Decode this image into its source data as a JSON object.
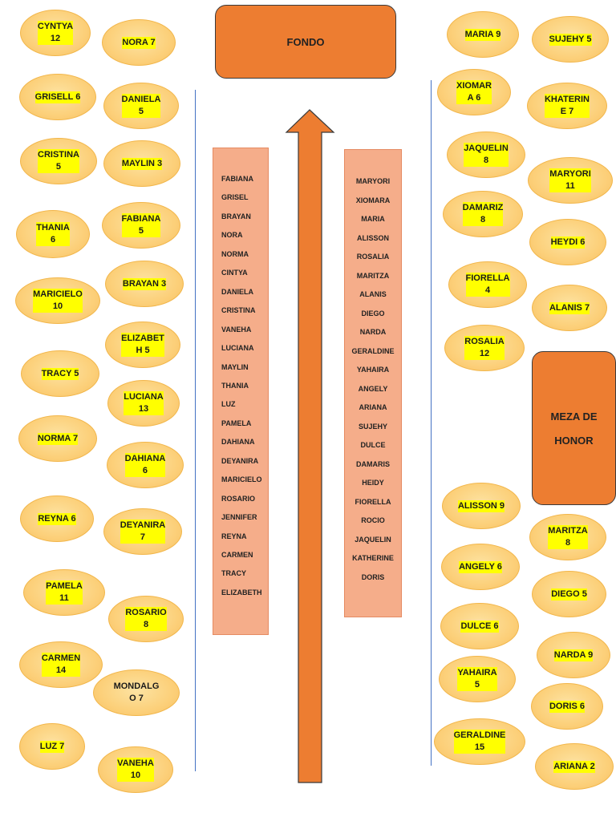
{
  "fondo": "FONDO",
  "mesa_honor": "MEZA DE\n\nHONOR",
  "left_tables": [
    {
      "label": "CYNTYA\n12",
      "hl": true
    },
    {
      "label": "NORA 7",
      "hl": true
    },
    {
      "label": "GRISELL 6",
      "hl": true
    },
    {
      "label": "DANIELA\n5",
      "hl": true
    },
    {
      "label": "CRISTINA\n5",
      "hl": true
    },
    {
      "label": "MAYLIN 3",
      "hl": true
    },
    {
      "label": "THANIA\n6",
      "hl": true
    },
    {
      "label": "FABIANA\n5",
      "hl": true
    },
    {
      "label": "BRAYAN 3",
      "hl": true
    },
    {
      "label": "MARICIELO\n10",
      "hl": true
    },
    {
      "label": "ELIZABET\nH 5",
      "hl": true
    },
    {
      "label": "TRACY 5",
      "hl": true
    },
    {
      "label": "LUCIANA\n13",
      "hl": true
    },
    {
      "label": "NORMA 7",
      "hl": true
    },
    {
      "label": "DAHIANA\n6",
      "hl": true
    },
    {
      "label": "REYNA 6",
      "hl": true
    },
    {
      "label": "DEYANIRA\n7",
      "hl": true
    },
    {
      "label": "PAMELA\n11",
      "hl": true
    },
    {
      "label": "ROSARIO\n8",
      "hl": true
    },
    {
      "label": "CARMEN\n14",
      "hl": true
    },
    {
      "label": "MONDALG\nO 7",
      "hl": false
    },
    {
      "label": "LUZ 7",
      "hl": true
    },
    {
      "label": "VANEHA\n10",
      "hl": true
    }
  ],
  "right_tables": [
    {
      "label": "MARIA 9",
      "hl": true
    },
    {
      "label": "SUJEHY 5",
      "hl": true
    },
    {
      "label": "XIOMAR\nA 6",
      "hl": true
    },
    {
      "label": "KHATERIN\nE 7",
      "hl": true
    },
    {
      "label": "JAQUELIN\n8",
      "hl": true
    },
    {
      "label": "MARYORI\n11",
      "hl": true
    },
    {
      "label": "DAMARIZ\n8",
      "hl": true
    },
    {
      "label": "HEYDI 6",
      "hl": true
    },
    {
      "label": "FIORELLA\n4",
      "hl": true
    },
    {
      "label": "ALANIS 7",
      "hl": true
    },
    {
      "label": "ROSALIA\n12",
      "hl": true
    },
    {
      "label": "ALISSON 9",
      "hl": true
    },
    {
      "label": "MARITZA\n8",
      "hl": true
    },
    {
      "label": "ANGELY 6",
      "hl": true
    },
    {
      "label": "DIEGO 5",
      "hl": true
    },
    {
      "label": "DULCE 6",
      "hl": true
    },
    {
      "label": "NARDA 9",
      "hl": true
    },
    {
      "label": "YAHAIRA\n5",
      "hl": true
    },
    {
      "label": "DORIS 6",
      "hl": true
    },
    {
      "label": "GERALDINE\n15",
      "hl": true
    },
    {
      "label": "ARIANA 2",
      "hl": true
    }
  ],
  "left_list": [
    "FABIANA",
    "GRISEL",
    "BRAYAN",
    "NORA",
    "NORMA",
    "CINTYA",
    "DANIELA",
    "CRISTINA",
    "VANEHA",
    "LUCIANA",
    "MAYLIN",
    "THANIA",
    "LUZ",
    "PAMELA",
    "DAHIANA",
    "DEYANIRA",
    "MARICIELO",
    "ROSARIO",
    "JENNIFER",
    "REYNA",
    "CARMEN",
    "TRACY",
    "ELIZABETH"
  ],
  "right_list": [
    "MARYORI",
    "XIOMARA",
    "MARIA",
    "ALISSON",
    "ROSALIA",
    "MARITZA",
    "ALANIS",
    "DIEGO",
    "NARDA",
    "GERALDINE",
    "YAHAIRA",
    "ANGELY",
    "ARIANA",
    "SUJEHY",
    "DULCE",
    "DAMARIS",
    "HEIDY",
    "FIORELLA",
    "ROCIO",
    "JAQUELIN",
    "KATHERINE",
    "DORIS"
  ],
  "colors": {
    "box": "#ed7d31",
    "table": "#fcd07a",
    "highlight": "#ffff00",
    "list": "#f5ad8a",
    "line": "#4472c4"
  }
}
